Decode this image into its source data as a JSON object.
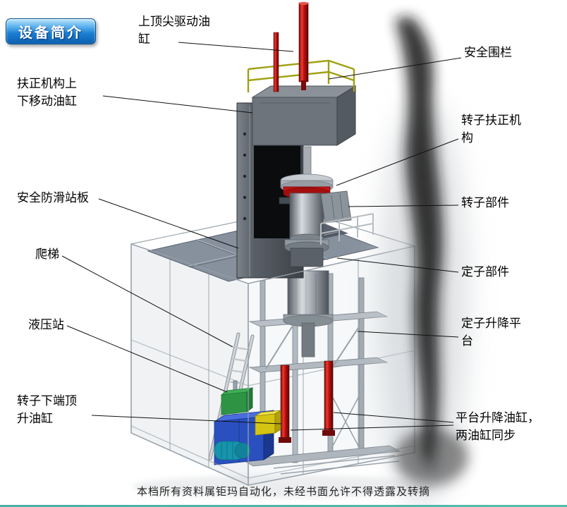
{
  "page": {
    "badge": "设备简介",
    "watermark": "本档所有资料属钜玛自动化，未经书面允许不得透露及转摘"
  },
  "labels": {
    "top_tip_cylinder": {
      "text": "上顶尖驱动油\n缸"
    },
    "safety_fence": {
      "text": "安全围栏"
    },
    "centering_lift_cylinder": {
      "text": "扶正机构上\n下移动油缸"
    },
    "rotor_centering_mechanism": {
      "text": "转子扶正机\n构"
    },
    "anti_slip_platform": {
      "text": "安全防滑站板"
    },
    "rotor_component": {
      "text": "转子部件"
    },
    "ladder": {
      "text": "爬梯"
    },
    "stator_component": {
      "text": "定子部件"
    },
    "hydraulic_station": {
      "text": "液压站"
    },
    "stator_lift_platform": {
      "text": "定子升降平\n台"
    },
    "rotor_bottom_jack_cylinder": {
      "text": "转子下端顶\n升油缸"
    },
    "platform_lift_cylinders": {
      "text": "平台升降油缸，\n两油缸同步"
    }
  },
  "colors": {
    "badge_blue": "#1c7fd2",
    "cylinder_red": "#c41212",
    "railing_yellow": "#a0a012",
    "hydraulic_blue": "#2a50c0",
    "pump_green": "#2e9444",
    "accent_yellow_box": "#d6c414",
    "structure_gray": "#8a929a"
  }
}
